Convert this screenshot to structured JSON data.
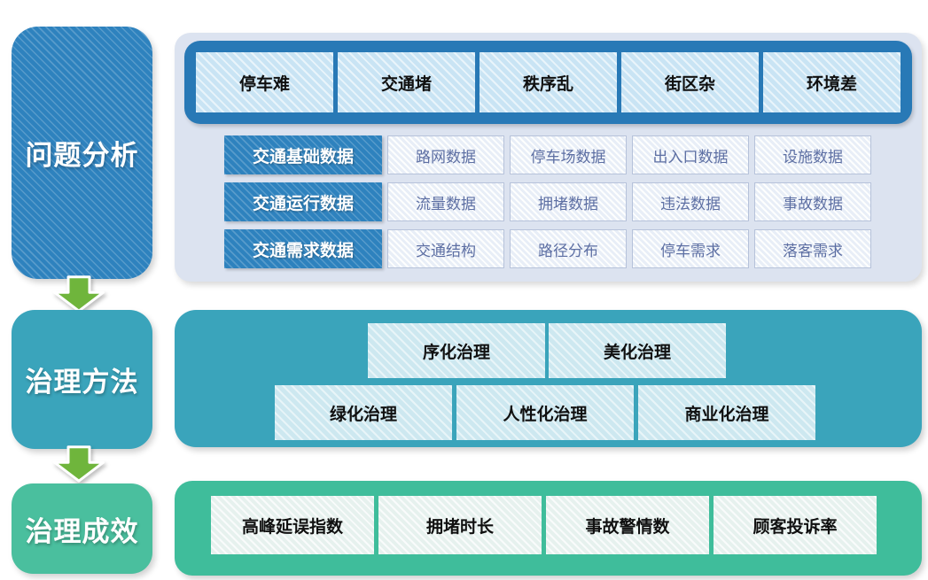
{
  "sidebar": {
    "sections": [
      {
        "label": "问题分析"
      },
      {
        "label": "治理方法"
      },
      {
        "label": "治理成效"
      }
    ]
  },
  "problem_section": {
    "problems": [
      "停车难",
      "交通堵",
      "秩序乱",
      "街区杂",
      "环境差"
    ],
    "data_rows": [
      {
        "label": "交通基础数据",
        "cells": [
          "路网数据",
          "停车场数据",
          "出入口数据",
          "设施数据"
        ]
      },
      {
        "label": "交通运行数据",
        "cells": [
          "流量数据",
          "拥堵数据",
          "违法数据",
          "事故数据"
        ]
      },
      {
        "label": "交通需求数据",
        "cells": [
          "交通结构",
          "路径分布",
          "停车需求",
          "落客需求"
        ]
      }
    ]
  },
  "method_section": {
    "rows": [
      [
        "序化治理",
        "美化治理"
      ],
      [
        "绿化治理",
        "人性化治理",
        "商业化治理"
      ]
    ]
  },
  "effect_section": {
    "metrics": [
      "高峰延误指数",
      "拥堵时长",
      "事故警情数",
      "顾客投诉率"
    ]
  },
  "colors": {
    "stage_blue": "#2e82be",
    "bar_blue": "#2879b6",
    "panel_lavender": "#dce3f0",
    "problem_cell_blue": "#c9e4f4",
    "data_cell_bg": "#f1f5fb",
    "data_cell_text": "#5d6fa3",
    "teal": "#3aa4bb",
    "teal_cell": "#cde8f0",
    "green": "#3fbd9b",
    "green_sidebar": "#4abf9e",
    "green_cell": "#e6f1ee",
    "arrow_green": "#6fb53c"
  }
}
